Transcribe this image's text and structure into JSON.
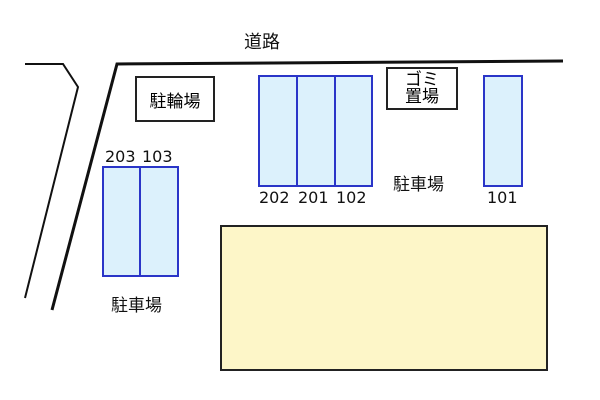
{
  "labels": {
    "road": "道路",
    "bicycle_parking": "駐輪場",
    "garbage_line1": "ゴミ",
    "garbage_line2": "置場",
    "parking_left": "駐車場",
    "parking_center": "駐車場"
  },
  "spots": {
    "s203": "203",
    "s103": "103",
    "s202": "202",
    "s201": "201",
    "s102": "102",
    "s101": "101"
  },
  "colors": {
    "spot_fill": "#dcf1fc",
    "spot_border": "#2a35c8",
    "building_fill": "#fdf6c8"
  }
}
